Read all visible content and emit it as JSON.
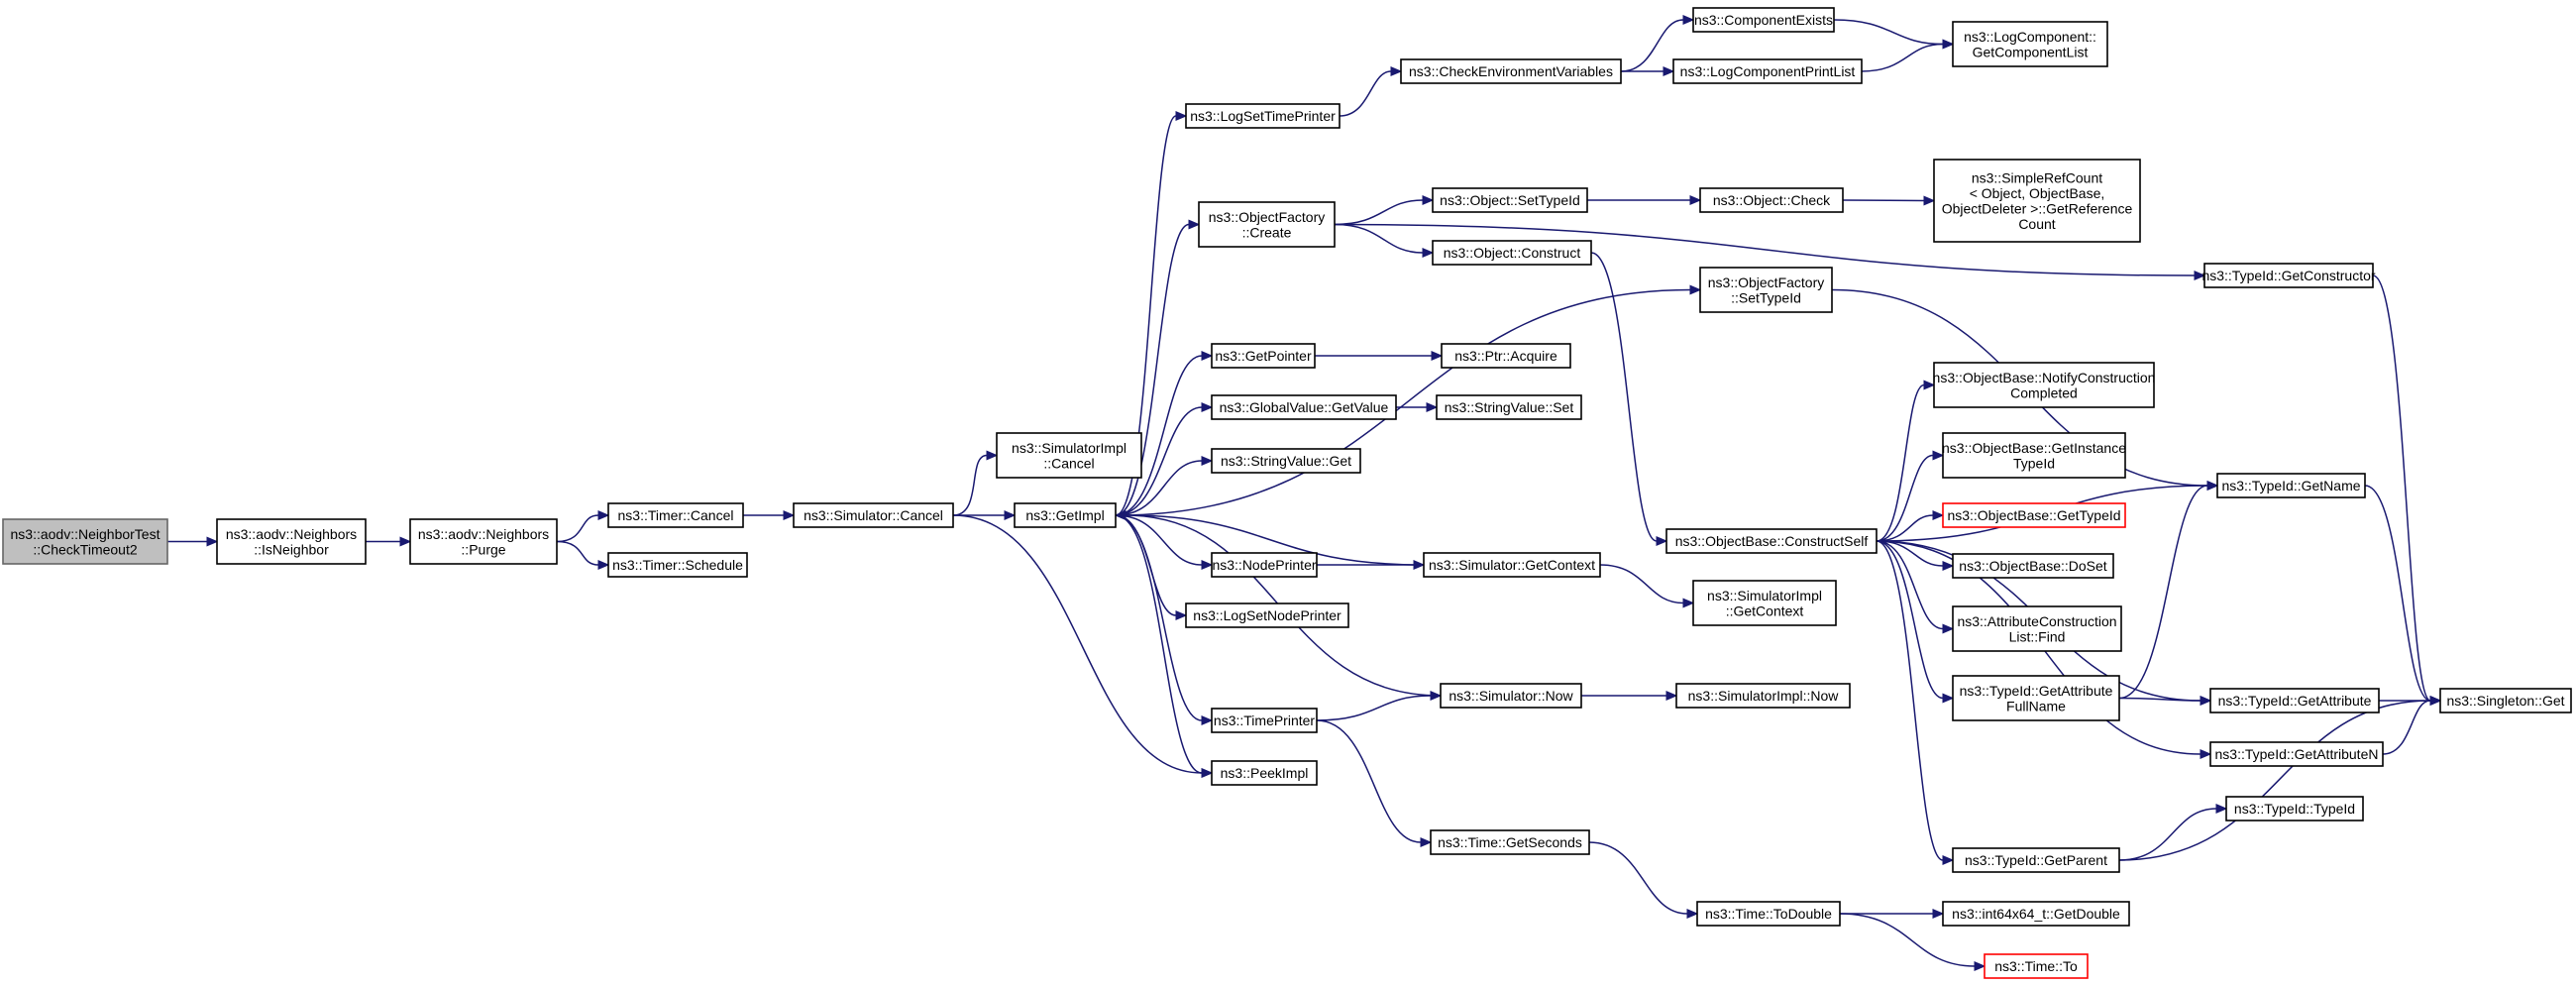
{
  "diagram": {
    "nodes": [
      {
        "id": "n0",
        "lines": [
          "ns3::aodv::NeighborTest",
          "::CheckTimeout2"
        ],
        "style": "root"
      },
      {
        "id": "n1",
        "lines": [
          "ns3::aodv::Neighbors",
          "::IsNeighbor"
        ]
      },
      {
        "id": "n2",
        "lines": [
          "ns3::aodv::Neighbors",
          "::Purge"
        ]
      },
      {
        "id": "n3",
        "lines": [
          "ns3::Timer::Cancel"
        ]
      },
      {
        "id": "n4",
        "lines": [
          "ns3::Timer::Schedule"
        ]
      },
      {
        "id": "n5",
        "lines": [
          "ns3::Simulator::Cancel"
        ]
      },
      {
        "id": "n6",
        "lines": [
          "ns3::SimulatorImpl",
          "::Cancel"
        ]
      },
      {
        "id": "n7",
        "lines": [
          "ns3::GetImpl"
        ]
      },
      {
        "id": "n8",
        "lines": [
          "ns3::PeekImpl"
        ]
      },
      {
        "id": "n9",
        "lines": [
          "ns3::LogSetTimePrinter"
        ]
      },
      {
        "id": "n10",
        "lines": [
          "ns3::ObjectFactory",
          "::Create"
        ]
      },
      {
        "id": "n11",
        "lines": [
          "ns3::GetPointer"
        ]
      },
      {
        "id": "n12",
        "lines": [
          "ns3::GlobalValue::GetValue"
        ]
      },
      {
        "id": "n13",
        "lines": [
          "ns3::StringValue::Get"
        ]
      },
      {
        "id": "n14",
        "lines": [
          "ns3::NodePrinter"
        ]
      },
      {
        "id": "n15",
        "lines": [
          "ns3::LogSetNodePrinter"
        ]
      },
      {
        "id": "n16",
        "lines": [
          "ns3::TimePrinter"
        ]
      },
      {
        "id": "n17",
        "lines": [
          "ns3::CheckEnvironmentVariables"
        ]
      },
      {
        "id": "n18",
        "lines": [
          "ns3::Object::SetTypeId"
        ]
      },
      {
        "id": "n19",
        "lines": [
          "ns3::Object::Construct"
        ]
      },
      {
        "id": "n20",
        "lines": [
          "ns3::Ptr::Acquire"
        ]
      },
      {
        "id": "n21",
        "lines": [
          "ns3::StringValue::Set"
        ]
      },
      {
        "id": "n22",
        "lines": [
          "ns3::Simulator::GetContext"
        ]
      },
      {
        "id": "n23",
        "lines": [
          "ns3::Simulator::Now"
        ]
      },
      {
        "id": "n24",
        "lines": [
          "ns3::Time::GetSeconds"
        ]
      },
      {
        "id": "n25",
        "lines": [
          "ns3::ComponentExists"
        ]
      },
      {
        "id": "n26",
        "lines": [
          "ns3::LogComponentPrintList"
        ]
      },
      {
        "id": "n27",
        "lines": [
          "ns3::Object::Check"
        ]
      },
      {
        "id": "n28",
        "lines": [
          "ns3::ObjectFactory",
          "::SetTypeId"
        ]
      },
      {
        "id": "n29",
        "lines": [
          "ns3::ObjectBase::ConstructSelf"
        ]
      },
      {
        "id": "n30",
        "lines": [
          "ns3::SimulatorImpl",
          "::GetContext"
        ]
      },
      {
        "id": "n31",
        "lines": [
          "ns3::SimulatorImpl::Now"
        ]
      },
      {
        "id": "n32",
        "lines": [
          "ns3::Time::ToDouble"
        ]
      },
      {
        "id": "n33",
        "lines": [
          "ns3::LogComponent::",
          "GetComponentList"
        ]
      },
      {
        "id": "n34",
        "lines": [
          "ns3::SimpleRefCount",
          "< Object, ObjectBase,",
          "ObjectDeleter >::GetReference",
          "Count"
        ]
      },
      {
        "id": "n35",
        "lines": [
          "ns3::ObjectBase::NotifyConstruction",
          "Completed"
        ]
      },
      {
        "id": "n36",
        "lines": [
          "ns3::ObjectBase::GetInstance",
          "TypeId"
        ]
      },
      {
        "id": "n37",
        "lines": [
          "ns3::ObjectBase::GetTypeId"
        ],
        "style": "trunc"
      },
      {
        "id": "n38",
        "lines": [
          "ns3::ObjectBase::DoSet"
        ]
      },
      {
        "id": "n39",
        "lines": [
          "ns3::AttributeConstruction",
          "List::Find"
        ]
      },
      {
        "id": "n40",
        "lines": [
          "ns3::TypeId::GetAttribute",
          "FullName"
        ]
      },
      {
        "id": "n41",
        "lines": [
          "ns3::TypeId::GetParent"
        ]
      },
      {
        "id": "n42",
        "lines": [
          "ns3::int64x64_t::GetDouble"
        ]
      },
      {
        "id": "n43",
        "lines": [
          "ns3::Time::To"
        ],
        "style": "trunc"
      },
      {
        "id": "n44",
        "lines": [
          "ns3::TypeId::GetConstructor"
        ]
      },
      {
        "id": "n45",
        "lines": [
          "ns3::TypeId::GetName"
        ]
      },
      {
        "id": "n46",
        "lines": [
          "ns3::TypeId::GetAttribute"
        ]
      },
      {
        "id": "n47",
        "lines": [
          "ns3::TypeId::GetAttributeN"
        ]
      },
      {
        "id": "n48",
        "lines": [
          "ns3::TypeId::TypeId"
        ]
      },
      {
        "id": "n49",
        "lines": [
          "ns3::Singleton::Get"
        ]
      }
    ],
    "edges": [
      [
        "n0",
        "n1"
      ],
      [
        "n1",
        "n2"
      ],
      [
        "n2",
        "n3"
      ],
      [
        "n2",
        "n4"
      ],
      [
        "n3",
        "n5"
      ],
      [
        "n5",
        "n6"
      ],
      [
        "n5",
        "n7"
      ],
      [
        "n5",
        "n8"
      ],
      [
        "n7",
        "n9"
      ],
      [
        "n7",
        "n10"
      ],
      [
        "n7",
        "n28"
      ],
      [
        "n7",
        "n11"
      ],
      [
        "n7",
        "n12"
      ],
      [
        "n7",
        "n13"
      ],
      [
        "n7",
        "n14"
      ],
      [
        "n7",
        "n15"
      ],
      [
        "n7",
        "n16"
      ],
      [
        "n7",
        "n8"
      ],
      [
        "n9",
        "n17"
      ],
      [
        "n17",
        "n25"
      ],
      [
        "n17",
        "n26"
      ],
      [
        "n25",
        "n33"
      ],
      [
        "n26",
        "n33"
      ],
      [
        "n10",
        "n18"
      ],
      [
        "n10",
        "n19"
      ],
      [
        "n10",
        "n44"
      ],
      [
        "n18",
        "n27"
      ],
      [
        "n27",
        "n34"
      ],
      [
        "n19",
        "n29"
      ],
      [
        "n11",
        "n20"
      ],
      [
        "n12",
        "n21"
      ],
      [
        "n14",
        "n22"
      ],
      [
        "n22",
        "n7"
      ],
      [
        "n22",
        "n30"
      ],
      [
        "n16",
        "n23"
      ],
      [
        "n16",
        "n24"
      ],
      [
        "n23",
        "n7"
      ],
      [
        "n23",
        "n31"
      ],
      [
        "n24",
        "n32"
      ],
      [
        "n32",
        "n42"
      ],
      [
        "n32",
        "n43"
      ],
      [
        "n28",
        "n45"
      ],
      [
        "n29",
        "n45"
      ],
      [
        "n29",
        "n35"
      ],
      [
        "n29",
        "n36"
      ],
      [
        "n29",
        "n37"
      ],
      [
        "n29",
        "n38"
      ],
      [
        "n29",
        "n39"
      ],
      [
        "n29",
        "n40"
      ],
      [
        "n29",
        "n46"
      ],
      [
        "n29",
        "n47"
      ],
      [
        "n29",
        "n41"
      ],
      [
        "n40",
        "n45"
      ],
      [
        "n40",
        "n46"
      ],
      [
        "n41",
        "n48"
      ],
      [
        "n41",
        "n49"
      ],
      [
        "n44",
        "n49"
      ],
      [
        "n45",
        "n49"
      ],
      [
        "n46",
        "n49"
      ],
      [
        "n47",
        "n49"
      ]
    ]
  }
}
